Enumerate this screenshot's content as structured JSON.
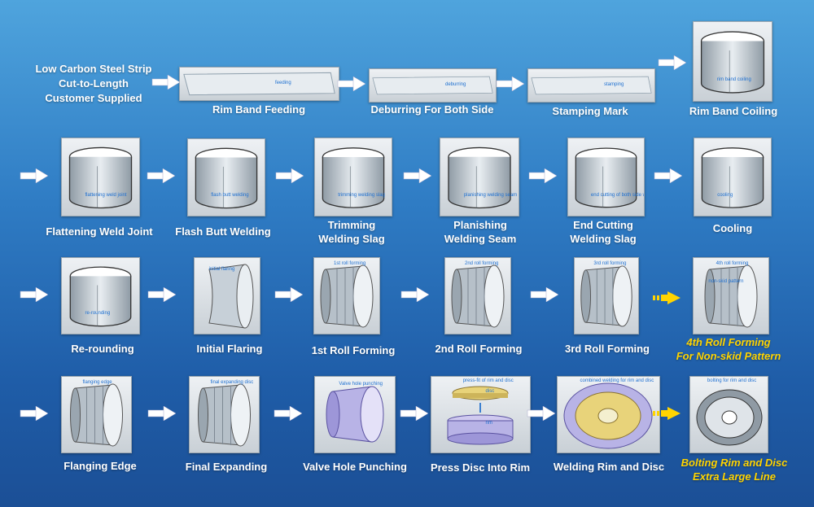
{
  "source": [
    "Low Carbon Steel Strip",
    "Cut-to-Length",
    "Customer Supplied"
  ],
  "steps": [
    {
      "label": [
        "Rim Band Feeding"
      ],
      "tag": "feeding"
    },
    {
      "label": [
        "Deburring For Both Side"
      ],
      "tag": "deburring"
    },
    {
      "label": [
        "Stamping Mark"
      ],
      "tag": "stamping"
    },
    {
      "label": [
        "Rim Band Coiling"
      ],
      "tag": "rim band coiling"
    },
    {
      "label": [
        "Flattening Weld Joint"
      ],
      "tag": "flattening weld joint"
    },
    {
      "label": [
        "Flash Butt Welding"
      ],
      "tag": "flash butt welding"
    },
    {
      "label": [
        "Trimming",
        "Welding Slag"
      ],
      "tag": "trimming welding slag"
    },
    {
      "label": [
        "Planishing",
        "Welding Seam"
      ],
      "tag": "planishing welding seam"
    },
    {
      "label": [
        "End Cutting",
        "Welding Slag"
      ],
      "tag": "end cutting of both side welding seam"
    },
    {
      "label": [
        "Cooling"
      ],
      "tag": "cooling"
    },
    {
      "label": [
        "Re-rounding"
      ],
      "tag": "re-rounding"
    },
    {
      "label": [
        "Initial Flaring"
      ],
      "tag": "initial flaring"
    },
    {
      "label": [
        "1st Roll Forming"
      ],
      "tag": "1st roll forming"
    },
    {
      "label": [
        "2nd Roll Forming"
      ],
      "tag": "2nd roll forming"
    },
    {
      "label": [
        "3rd Roll Forming"
      ],
      "tag": "3rd roll forming"
    },
    {
      "label": [
        "4th Roll Forming",
        "For Non-skid Pattern"
      ],
      "tag": "4th roll forming",
      "tag2": "non-skid pattern",
      "highlight": true
    },
    {
      "label": [
        "Flanging Edge"
      ],
      "tag": "flanging edge"
    },
    {
      "label": [
        "Final Expanding"
      ],
      "tag": "final expanding disc"
    },
    {
      "label": [
        "Valve Hole Punching"
      ],
      "tag": "Valve hole punching"
    },
    {
      "label": [
        "Press Disc Into Rim"
      ],
      "tag": "press-fit of rim and disc",
      "tag2": "disc",
      "tag3": "rim"
    },
    {
      "label": [
        "Welding Rim and Disc"
      ],
      "tag": "combined welding for rim and disc"
    },
    {
      "label": [
        "Bolting Rim and Disc",
        "Extra Large Line"
      ],
      "tag": "bolting for rim and disc",
      "highlight": true
    }
  ],
  "colors": {
    "arrow": "#ffffff",
    "highlight_arrow": "#ffd400",
    "highlight_text": "#ffd400",
    "caption": "#1d6fd0"
  }
}
